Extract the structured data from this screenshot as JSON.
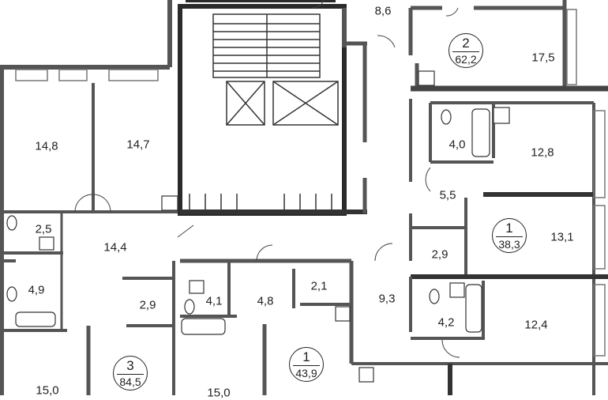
{
  "colors": {
    "wall": "#555555",
    "wall_dark": "#2a2a2a",
    "fixture": "#333333",
    "background": "#ffffff"
  },
  "rooms": [
    {
      "id": "r1",
      "label": "8,6"
    },
    {
      "id": "r2",
      "label": "17,5"
    },
    {
      "id": "r3",
      "label": "14,8"
    },
    {
      "id": "r4",
      "label": "14,7"
    },
    {
      "id": "r5",
      "label": "4,0"
    },
    {
      "id": "r6",
      "label": "12,8"
    },
    {
      "id": "r7",
      "label": "5,5"
    },
    {
      "id": "r8",
      "label": "2,5"
    },
    {
      "id": "r9",
      "label": "14,4"
    },
    {
      "id": "r10",
      "label": "2,9"
    },
    {
      "id": "r11",
      "label": "13,1"
    },
    {
      "id": "r12",
      "label": "4,9"
    },
    {
      "id": "r13",
      "label": "2,9"
    },
    {
      "id": "r14",
      "label": "4,1"
    },
    {
      "id": "r15",
      "label": "4,8"
    },
    {
      "id": "r16",
      "label": "2,1"
    },
    {
      "id": "r17",
      "label": "9,3"
    },
    {
      "id": "r18",
      "label": "4,2"
    },
    {
      "id": "r19",
      "label": "12,4"
    },
    {
      "id": "r20",
      "label": "15,0"
    },
    {
      "id": "r21",
      "label": "15,0"
    }
  ],
  "apartments": [
    {
      "id": "a1",
      "rooms": "2",
      "area": "62,2"
    },
    {
      "id": "a2",
      "rooms": "1",
      "area": "38,3"
    },
    {
      "id": "a3",
      "rooms": "3",
      "area": "84,5"
    },
    {
      "id": "a4",
      "rooms": "1",
      "area": "43,9"
    }
  ]
}
